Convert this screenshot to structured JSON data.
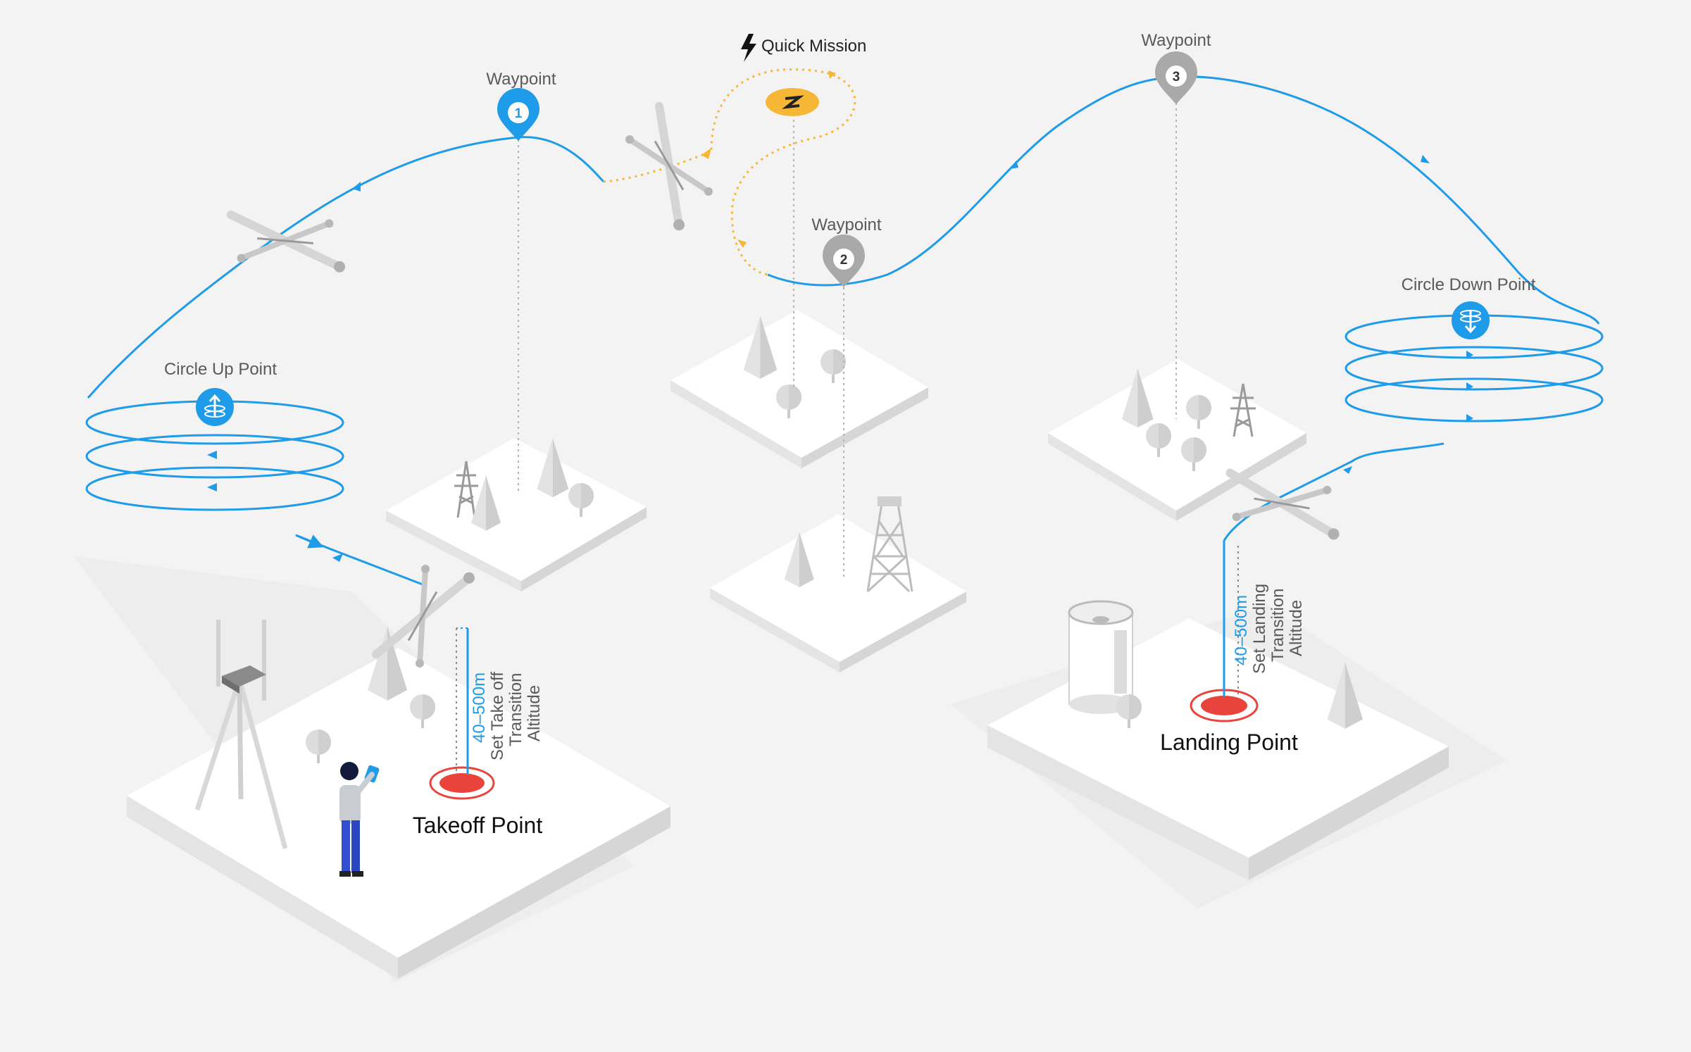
{
  "labels": {
    "waypoint_1": "Waypoint",
    "waypoint_2": "Waypoint",
    "waypoint_3": "Waypoint",
    "quick_mission": "Quick Mission",
    "circle_up": "Circle Up Point",
    "circle_down": "Circle Down Point",
    "takeoff": "Takeoff Point",
    "landing": "Landing Point",
    "takeoff_range": "40–500m",
    "takeoff_alt_line1": "Set Take off",
    "takeoff_alt_line2": "Transition",
    "takeoff_alt_line3": "Altitude",
    "landing_range": "40–500m",
    "landing_alt_line1": "Set Landing",
    "landing_alt_line2": "Transition",
    "landing_alt_line3": "Altitude"
  },
  "pins": {
    "p1": "1",
    "p2": "2",
    "p3": "3"
  },
  "colors": {
    "path": "#1e9be9",
    "quick_mission_path": "#f5b735",
    "pin_active": "#1e9be9",
    "pin_inactive": "#a9a9a9",
    "landing_target": "#e8443c",
    "background": "#f3f3f3",
    "platform_top": "#ffffff"
  },
  "icons": {
    "quick_mission": "lightning-icon",
    "circle_up": "circle-up-icon",
    "circle_down": "circle-down-icon"
  }
}
